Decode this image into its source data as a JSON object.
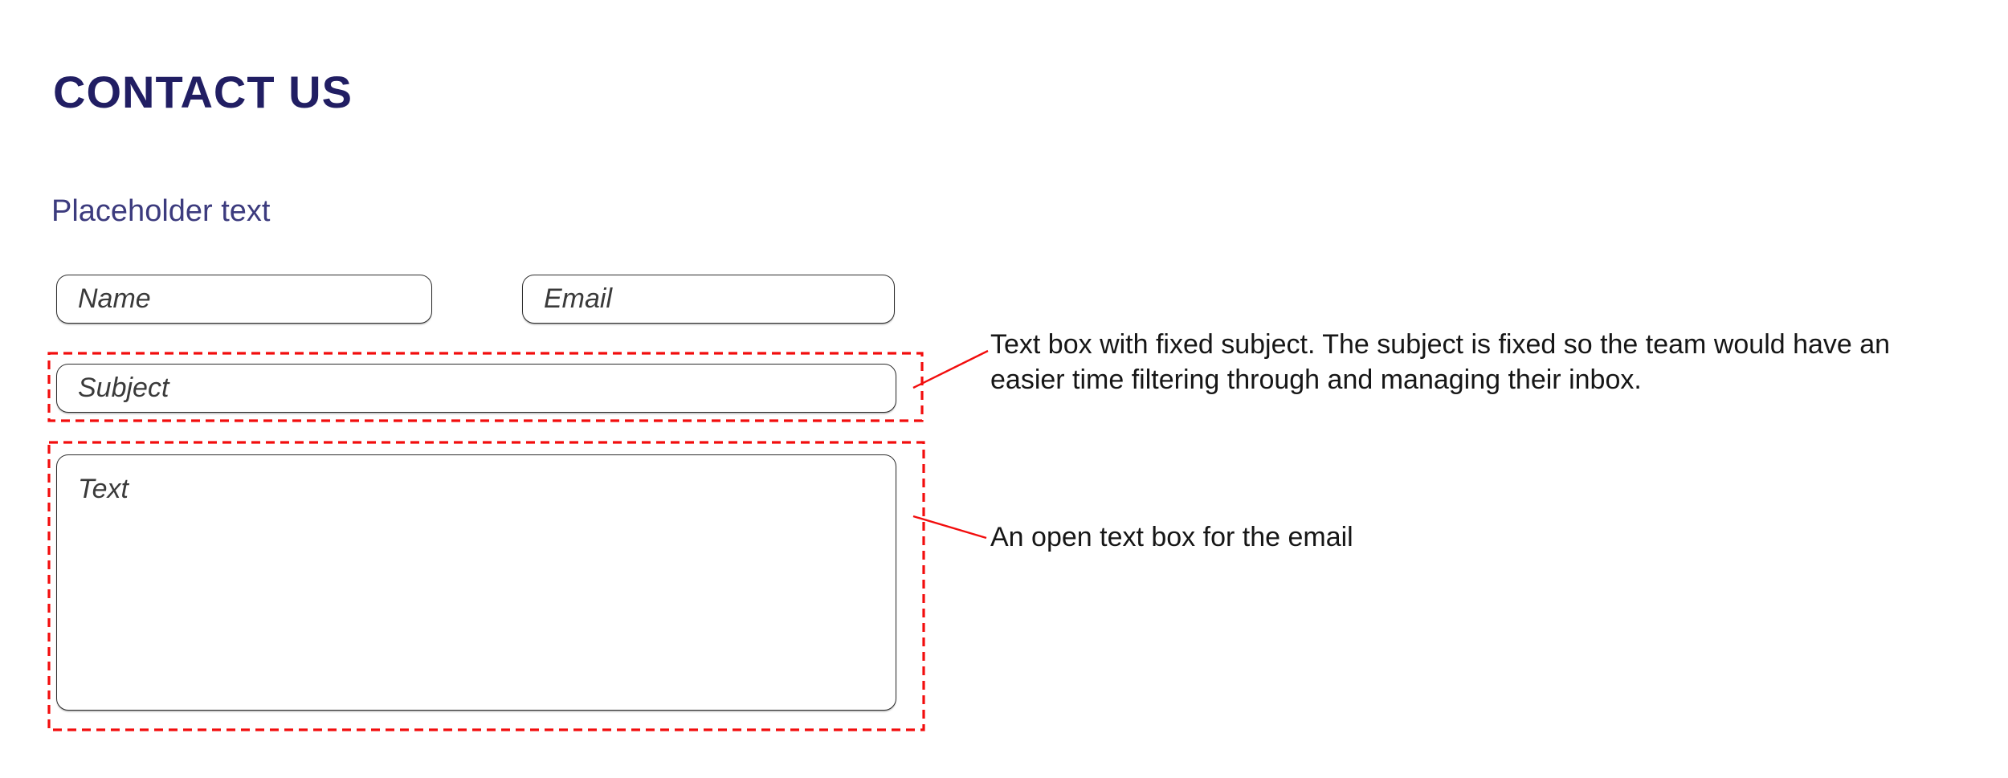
{
  "page": {
    "title": "CONTACT US",
    "section_label": "Placeholder text"
  },
  "form": {
    "name_placeholder": "Name",
    "email_placeholder": "Email",
    "subject_placeholder": "Subject",
    "message_placeholder": "Text"
  },
  "annotations": {
    "subject_note": "Text box with fixed subject. The subject is fixed so the team would have an easier time filtering through and managing their inbox.",
    "message_note": "An open text box for the email"
  },
  "colors": {
    "title_navy": "#211e63",
    "section_label_indigo": "#3c3b7e",
    "field_border": "#2c2c2c",
    "placeholder_gray": "#3a3a3a",
    "annotation_text": "#161616",
    "callout_red": "#f20d0d",
    "background": "#ffffff"
  }
}
